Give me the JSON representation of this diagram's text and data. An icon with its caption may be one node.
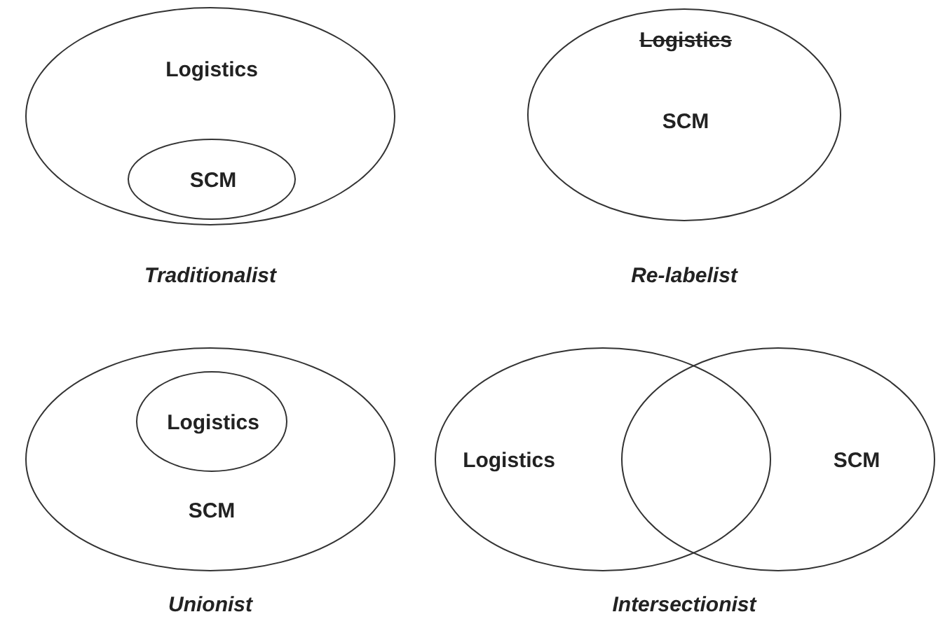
{
  "diagram": {
    "nodes": [
      {
        "text": [
          "Logistics"
        ]
      },
      {
        "text": [
          "SCM"
        ],
        "in": 0
      },
      {
        "text": [
          "Logistics",
          "SCM"
        ]
      },
      {
        "text": [
          "SCM"
        ]
      },
      {
        "text": [
          "Logistics"
        ],
        "in": 3
      },
      {
        "text": [
          "Logistics"
        ]
      },
      {
        "text": [
          "SCM"
        ]
      }
    ],
    "labels": [
      "Traditionalist",
      "Re-labelist",
      "Unionist",
      "Intersectionist"
    ]
  }
}
